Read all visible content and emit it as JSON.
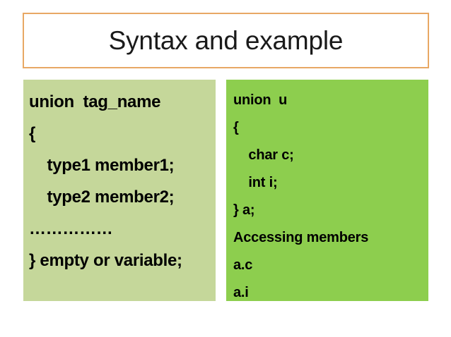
{
  "slide": {
    "title": "Syntax and example",
    "background_color": "#FFFFFF",
    "title_border_color": "#E8A864"
  },
  "panels": {
    "left": {
      "name": "union-syntax-panel",
      "background_color": "#C5D79A",
      "text_color": "#000000",
      "lines": [
        "union  tag_name",
        "{",
        "    type1 member1;",
        "    type2 member2;",
        "……………",
        "} empty or variable;"
      ]
    },
    "right": {
      "name": "union-example-panel",
      "background_color": "#8DCE4E",
      "text_color": "#000000",
      "lines": [
        "union  u",
        "{",
        "    char c;",
        "    int i;",
        "} a;",
        "Accessing members",
        "a.c",
        "a.i"
      ]
    }
  }
}
